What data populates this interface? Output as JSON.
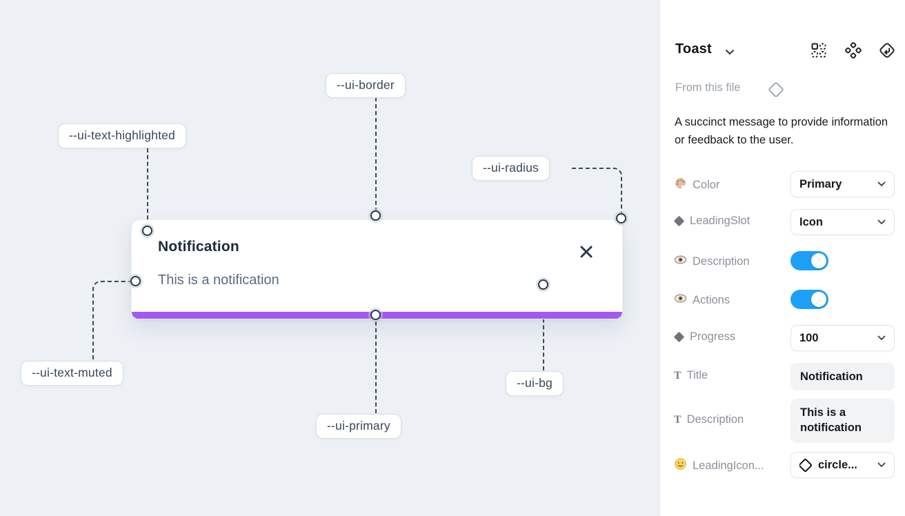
{
  "colors": {
    "accent_purple": "#a259f3",
    "toggle_blue": "#1da1f7",
    "canvas_bg": "#edf1f6",
    "dash_line": "#3c4757",
    "title_text": "#1d2a3e",
    "muted_text": "#5c6b81"
  },
  "icons": {
    "close": "x-icon",
    "header": [
      "instance-swap-icon",
      "component-icon",
      "go-to-main-component-icon"
    ],
    "from_file": "diamond-outline-icon",
    "rows": [
      "palette-icon",
      "diamond-icon",
      "eye-icon",
      "eye-icon",
      "diamond-icon",
      "text-icon",
      "text-icon",
      "smiley-icon"
    ],
    "dropdown": "chevron-down-icon"
  },
  "canvas": {
    "toast": {
      "title": "Notification",
      "description": "This is a notification"
    },
    "annotations": [
      {
        "label": "--ui-border"
      },
      {
        "label": "--ui-text-highlighted"
      },
      {
        "label": "--ui-radius"
      },
      {
        "label": "--ui-text-muted"
      },
      {
        "label": "--ui-primary"
      },
      {
        "label": "--ui-bg"
      }
    ]
  },
  "panel": {
    "header": {
      "title": "Toast"
    },
    "source": "From this file",
    "description": "A succinct message to provide information or feedback to the user.",
    "properties": [
      {
        "label": "Color",
        "control": "select",
        "value": "Primary"
      },
      {
        "label": "LeadingSlot",
        "control": "select",
        "value": "Icon"
      },
      {
        "label": "Description",
        "control": "toggle",
        "value": true
      },
      {
        "label": "Actions",
        "control": "toggle",
        "value": true
      },
      {
        "label": "Progress",
        "control": "select",
        "value": "100"
      },
      {
        "label": "Title",
        "control": "text",
        "value": "Notification"
      },
      {
        "label": "Description",
        "control": "text",
        "value": "This is a notification"
      },
      {
        "label": "LeadingIcon...",
        "control": "select",
        "value": "circle..."
      }
    ]
  }
}
